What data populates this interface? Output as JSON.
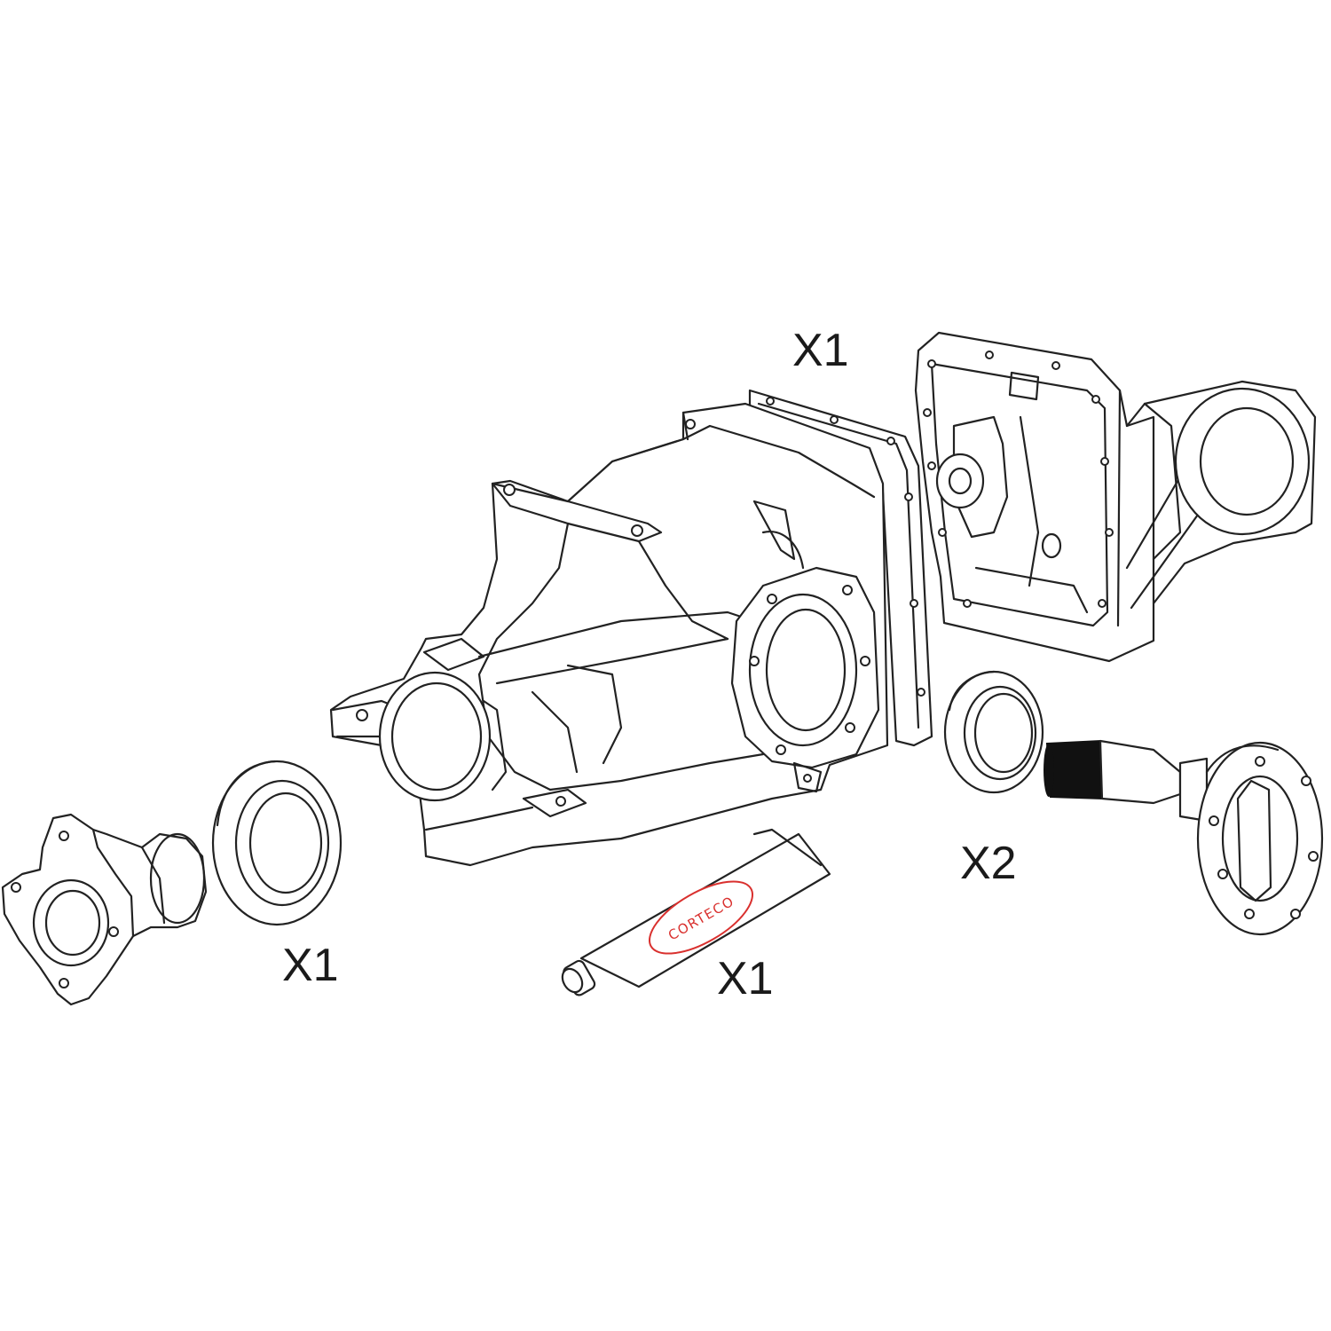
{
  "colors": {
    "line": "#222222",
    "brand": "#d9302e",
    "background": "#ffffff"
  },
  "labels": {
    "gasket_qty": "X1",
    "shaft_seal_qty": "X1",
    "sealant_qty": "X1",
    "side_seal_qty": "X2"
  },
  "tube": {
    "brand": "CORTECO"
  }
}
